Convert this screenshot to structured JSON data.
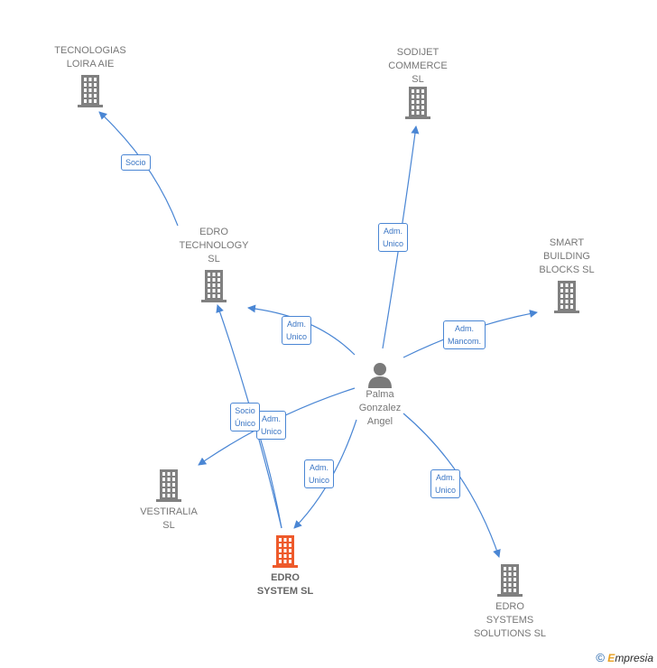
{
  "colors": {
    "company": "#808080",
    "focus": "#ee5a2b",
    "person": "#7a7a7a",
    "edge": "#4a86d4"
  },
  "nodes": {
    "tecnologias_loira": {
      "label": "TECNOLOGIAS\nLOIRA AIE",
      "icon": "building-icon"
    },
    "sodijet": {
      "label": "SODIJET\nCOMMERCE\nSL",
      "icon": "building-icon"
    },
    "edro_technology": {
      "label": "EDRO\nTECHNOLOGY\nSL",
      "icon": "building-icon"
    },
    "smart_building": {
      "label": "SMART\nBUILDING\nBLOCKS SL",
      "icon": "building-icon"
    },
    "palma": {
      "label": "Palma\nGonzalez\nAngel",
      "icon": "person-icon"
    },
    "vestiralia": {
      "label": "VESTIRALIA\nSL",
      "icon": "building-icon"
    },
    "edro_system": {
      "label": "EDRO\nSYSTEM SL",
      "icon": "building-icon"
    },
    "edro_systems_solutions": {
      "label": "EDRO\nSYSTEMS\nSOLUTIONS SL",
      "icon": "building-icon"
    }
  },
  "relations": {
    "socio": "Socio",
    "adm_sodijet": "Adm.\nUnico",
    "adm_technology": "Adm.\nUnico",
    "adm_smart": "Adm.\nMancom.",
    "adm_vestiralia": "Adm.\nUnico",
    "socio_unico": "Socio\nÚnico",
    "adm_system": "Adm.\nUnico",
    "adm_solutions": "Adm.\nUnico"
  },
  "watermark": {
    "copyright": "©",
    "brand_initial": "E",
    "brand_rest": "mpresia"
  }
}
